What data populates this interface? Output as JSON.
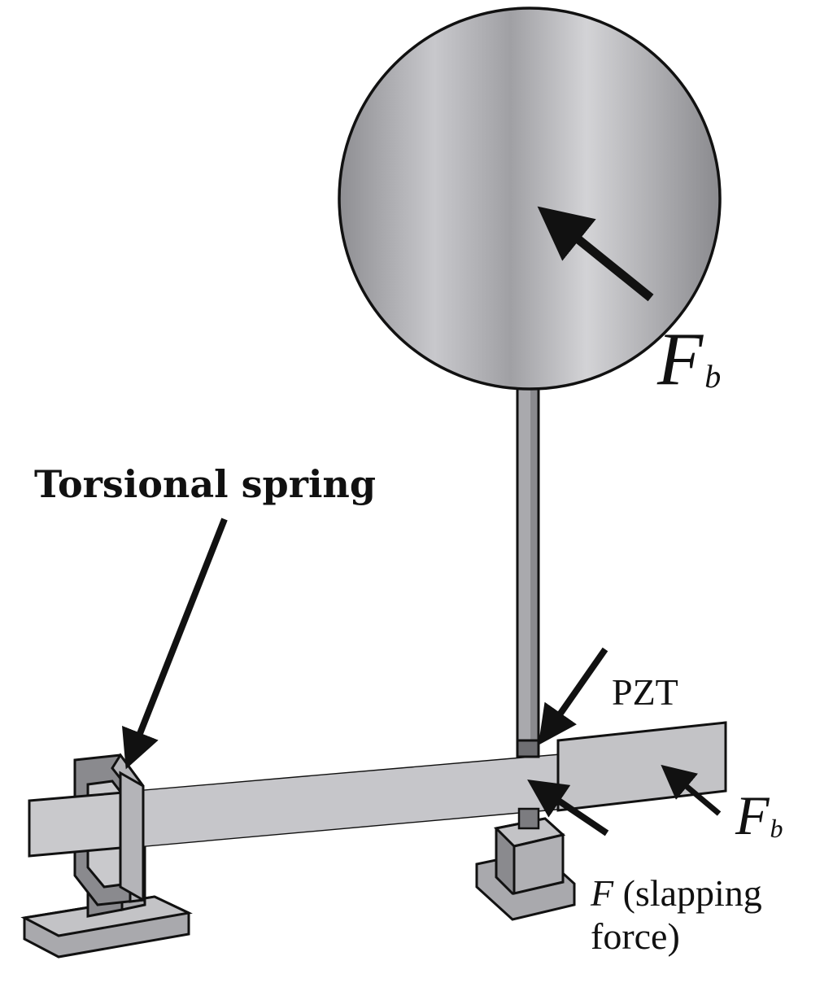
{
  "labels": {
    "torsional_spring": "Torsional spring",
    "pzt": "PZT",
    "fb_main": "F",
    "fb_sub": "b",
    "fb_plate_main": "F",
    "fb_plate_sub": "b",
    "slap_symbol": "F",
    "slap_line1": " (slapping",
    "slap_line2": "force)"
  },
  "colors": {
    "outline": "#111111",
    "sphere_light": "#cfcfd3",
    "sphere_dark": "#8e8e92",
    "metal_light": "#c9c9cc",
    "metal_mid": "#a9a9ad",
    "metal_dark": "#7c7c80",
    "pzt": "#6e6e72"
  }
}
